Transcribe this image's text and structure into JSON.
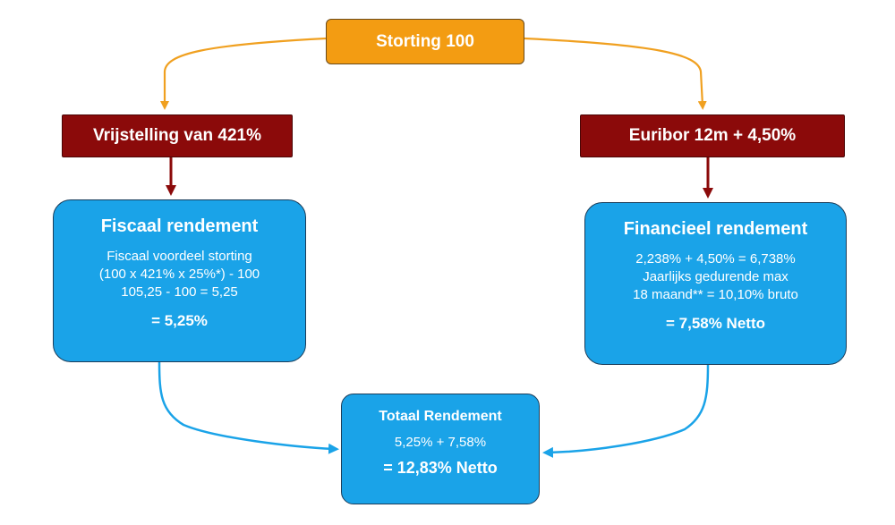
{
  "top": {
    "label": "Storting 100"
  },
  "left": {
    "header": "Vrijstelling van 421%",
    "title": "Fiscaal rendement",
    "lines": [
      "Fiscaal voordeel storting",
      "(100 x 421% x 25%*) - 100",
      "105,25 - 100 = 5,25"
    ],
    "result": "= 5,25%"
  },
  "right": {
    "header": "Euribor 12m + 4,50%",
    "title": "Financieel rendement",
    "lines": [
      "2,238% + 4,50% = 6,738%",
      "Jaarlijks gedurende max",
      "18 maand** = 10,10% bruto"
    ],
    "result": "= 7,58% Netto"
  },
  "total": {
    "title": "Totaal Rendement",
    "line": "5,25% + 7,58%",
    "result": "= 12,83% Netto"
  },
  "colors": {
    "orange": "#f39c12",
    "dark_red": "#8b0a0a",
    "blue": "#1aa3e8",
    "arrow_orange": "#f0a020",
    "arrow_red": "#8b0a0a",
    "arrow_blue": "#1aa3e8"
  }
}
